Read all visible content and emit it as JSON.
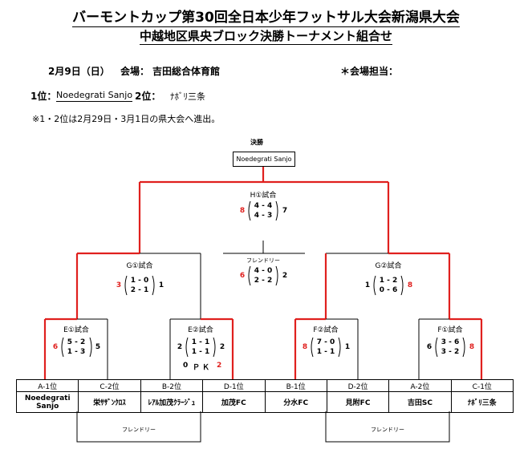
{
  "header": {
    "title": "バーモントカップ第30回全日本少年フットサル大会新潟県大会",
    "subtitle": "中越地区県央ブロック決勝トーナメント組合せ"
  },
  "info": {
    "date": "2月9日（日）",
    "venue_label": "会場：",
    "venue": "吉田総合体育館",
    "venue_manager": "＊会場担当："
  },
  "results": {
    "first_label": "1位：",
    "first": "Noedegrati Sanjo",
    "second_label": "2位：",
    "second": "ﾅﾎﾞﾘ三条"
  },
  "note": "※1・2位は2月29日・3月1日の県大会へ進出。",
  "final": {
    "label": "決勝",
    "winner": "Noedegrati Sanjo",
    "match": "H①試合",
    "score_top": "4 - 4",
    "score_bot": "4 - 3",
    "left_pts": "8",
    "right_pts": "7"
  },
  "friendly_mid": {
    "label": "フレンドリー",
    "score_top": "4 - 0",
    "score_bot": "2 - 2",
    "left_pts": "6",
    "right_pts": "2"
  },
  "g1": {
    "match": "G①試合",
    "score_top": "1 - 0",
    "score_bot": "2 - 1",
    "left_pts": "3",
    "right_pts": "1"
  },
  "g2": {
    "match": "G②試合",
    "score_top": "1 - 2",
    "score_bot": "0 - 6",
    "left_pts": "1",
    "right_pts": "8"
  },
  "e1": {
    "match": "E①試合",
    "score_top": "5 - 2",
    "score_bot": "1 - 3",
    "left_pts": "6",
    "right_pts": "5"
  },
  "e2": {
    "match": "E②試合",
    "score_top": "1 - 1",
    "score_bot": "1 - 1",
    "left_pts": "2",
    "right_pts": "2",
    "pk_label": "ＰＫ",
    "pk_left": "0",
    "pk_right": "2"
  },
  "f2": {
    "match": "F②試合",
    "score_top": "7 - 0",
    "score_bot": "1 - 1",
    "left_pts": "8",
    "right_pts": "1"
  },
  "f1": {
    "match": "F①試合",
    "score_top": "3 - 6",
    "score_bot": "3 - 2",
    "left_pts": "6",
    "right_pts": "8"
  },
  "teams": {
    "seeds": [
      "A-1位",
      "C-2位",
      "B-2位",
      "D-1位",
      "B-1位",
      "D-2位",
      "A-2位",
      "C-1位"
    ],
    "names": [
      "Noedegrati Sanjo",
      "栄ｻｻﾞﾝｸﾛｽ",
      "ﾚｱﾙ加茂ｸﾗｰｼﾞｭ",
      "加茂FC",
      "分水FC",
      "見附FC",
      "吉田SC",
      "ﾅﾎﾞﾘ三条"
    ]
  },
  "bottom_friendly": {
    "left": "フレンドリー",
    "right": "フレンドリー"
  },
  "colors": {
    "winner_line": "#e0201e",
    "line": "#000000",
    "highlight_points": "#e0201e"
  }
}
